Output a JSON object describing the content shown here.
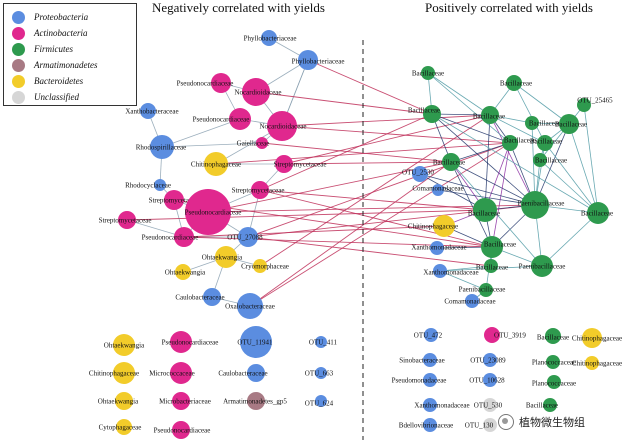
{
  "headings": {
    "negative": "Negatively correlated with yields",
    "positive": "Positively correlated with yields"
  },
  "legend": [
    {
      "label": "Proteobacteria",
      "color": "#5b8de0"
    },
    {
      "label": "Actinobacteria",
      "color": "#e0288e"
    },
    {
      "label": "Firmicutes",
      "color": "#2e9a4e"
    },
    {
      "label": "Armatimonadetes",
      "color": "#a87a84"
    },
    {
      "label": "Bacteroidetes",
      "color": "#f2cc2a"
    },
    {
      "label": "Unclassified",
      "color": "#d6d6d6"
    }
  ],
  "nodes": [
    {
      "label": "Phyllobacteriaceae",
      "cls": "Proteobacteria"
    },
    {
      "label": "Phyllobacteriaceae",
      "cls": "Proteobacteria"
    },
    {
      "label": "Pseudonocardiaceae",
      "cls": "Actinobacteria"
    },
    {
      "label": "Nocardioidaceae",
      "cls": "Actinobacteria"
    },
    {
      "label": "Xanthobacteraceae",
      "cls": "Proteobacteria"
    },
    {
      "label": "Pseudonocardiaceae",
      "cls": "Actinobacteria"
    },
    {
      "label": "Nocardioidaceae",
      "cls": "Actinobacteria"
    },
    {
      "label": "Gaiellaceae",
      "cls": "Actinobacteria"
    },
    {
      "label": "Rhodospirillaceae",
      "cls": "Proteobacteria"
    },
    {
      "label": "Chitinophagaceae",
      "cls": "Bacteroidetes"
    },
    {
      "label": "Streptomycetaceae",
      "cls": "Actinobacteria"
    },
    {
      "label": "Rhodocyclaceae",
      "cls": "Proteobacteria"
    },
    {
      "label": "Streptomycetaceae",
      "cls": "Actinobacteria"
    },
    {
      "label": "Streptomycetaceae",
      "cls": "Actinobacteria"
    },
    {
      "label": "Pseudonocardiaceae",
      "cls": "Actinobacteria"
    },
    {
      "label": "Streptomycetaceae",
      "cls": "Actinobacteria"
    },
    {
      "label": "Pseudonocardiaceae",
      "cls": "Actinobacteria"
    },
    {
      "label": "OTU_27088",
      "cls": "Proteobacteria"
    },
    {
      "label": "Ohtaekwangia",
      "cls": "Bacteroidetes"
    },
    {
      "label": "Ohtaekwangia",
      "cls": "Bacteroidetes"
    },
    {
      "label": "Cryomorphaceae",
      "cls": "Bacteroidetes"
    },
    {
      "label": "Caulobacteraceae",
      "cls": "Proteobacteria"
    },
    {
      "label": "Oxalobacteraceae",
      "cls": "Proteobacteria"
    },
    {
      "label": "Ohtaekwangia",
      "cls": "Bacteroidetes"
    },
    {
      "label": "Pseudonocardiaceae",
      "cls": "Actinobacteria"
    },
    {
      "label": "OTU_11941",
      "cls": "Proteobacteria"
    },
    {
      "label": "OTU_411",
      "cls": "Proteobacteria"
    },
    {
      "label": "Chitinophagaceae",
      "cls": "Bacteroidetes"
    },
    {
      "label": "Micrococcaceae",
      "cls": "Actinobacteria"
    },
    {
      "label": "Caulobacteraceae",
      "cls": "Proteobacteria"
    },
    {
      "label": "OTU_663",
      "cls": "Proteobacteria"
    },
    {
      "label": "Ohtaekwangia",
      "cls": "Bacteroidetes"
    },
    {
      "label": "Microbacteriaceae",
      "cls": "Actinobacteria"
    },
    {
      "label": "Armatimonadetes_gp5",
      "cls": "Armatimonadetes"
    },
    {
      "label": "OTU_624",
      "cls": "Proteobacteria"
    },
    {
      "label": "Cytophagaceae",
      "cls": "Bacteroidetes"
    },
    {
      "label": "Pseudonocardiaceae",
      "cls": "Actinobacteria"
    },
    {
      "label": "Bacillaceae",
      "cls": "Firmicutes"
    },
    {
      "label": "Bacillaceae",
      "cls": "Firmicutes"
    },
    {
      "label": "OTU_25465",
      "cls": "Firmicutes"
    },
    {
      "label": "Bacillaceae",
      "cls": "Firmicutes"
    },
    {
      "label": "Bacillaceae",
      "cls": "Firmicutes"
    },
    {
      "label": "Bacillaceae",
      "cls": "Firmicutes"
    },
    {
      "label": "Bacillaceae",
      "cls": "Firmicutes"
    },
    {
      "label": "Bacillaceae",
      "cls": "Firmicutes"
    },
    {
      "label": "Bacillaceae",
      "cls": "Firmicutes"
    },
    {
      "label": "OTU_2530",
      "cls": "Proteobacteria"
    },
    {
      "label": "Bacillaceae",
      "cls": "Firmicutes"
    },
    {
      "label": "Bacillaceae",
      "cls": "Firmicutes"
    },
    {
      "label": "Comamonadaceae",
      "cls": "Proteobacteria"
    },
    {
      "label": "Paenibacillaceae",
      "cls": "Firmicutes"
    },
    {
      "label": "Bacillaceae",
      "cls": "Firmicutes"
    },
    {
      "label": "Chitinophagaceae",
      "cls": "Bacteroidetes"
    },
    {
      "label": "Bacillaceae",
      "cls": "Firmicutes"
    },
    {
      "label": "Bacillaceae",
      "cls": "Firmicutes"
    },
    {
      "label": "Paenibacillaceae",
      "cls": "Firmicutes"
    },
    {
      "label": "Xanthomonadaceae",
      "cls": "Proteobacteria"
    },
    {
      "label": "Bacillaceae",
      "cls": "Firmicutes"
    },
    {
      "label": "Xanthomonadaceae",
      "cls": "Proteobacteria"
    },
    {
      "label": "Paenibacillaceae",
      "cls": "Firmicutes"
    },
    {
      "label": "Comamonadaceae",
      "cls": "Proteobacteria"
    },
    {
      "label": "OTU_472",
      "cls": "Proteobacteria"
    },
    {
      "label": "OTU_3919",
      "cls": "Actinobacteria"
    },
    {
      "label": "Bacillaceae",
      "cls": "Firmicutes"
    },
    {
      "label": "Chitinophagaceae",
      "cls": "Bacteroidetes"
    },
    {
      "label": "Sinobacteraceae",
      "cls": "Proteobacteria"
    },
    {
      "label": "OTU_23089",
      "cls": "Proteobacteria"
    },
    {
      "label": "Planococcaceae",
      "cls": "Firmicutes"
    },
    {
      "label": "Chitinophagaceae",
      "cls": "Bacteroidetes"
    },
    {
      "label": "Pseudomonadaceae",
      "cls": "Proteobacteria"
    },
    {
      "label": "OTU_10628",
      "cls": "Proteobacteria"
    },
    {
      "label": "Planococcaceae",
      "cls": "Firmicutes"
    },
    {
      "label": "Xanthomonadaceae",
      "cls": "Proteobacteria"
    },
    {
      "label": "OTU_530",
      "cls": "Unclassified"
    },
    {
      "label": "Bacillaceae",
      "cls": "Firmicutes"
    },
    {
      "label": "Bdellovibrionaceae",
      "cls": "Proteobacteria"
    },
    {
      "label": "OTU_130",
      "cls": "Unclassified"
    }
  ],
  "watermark": "植物微生物组"
}
